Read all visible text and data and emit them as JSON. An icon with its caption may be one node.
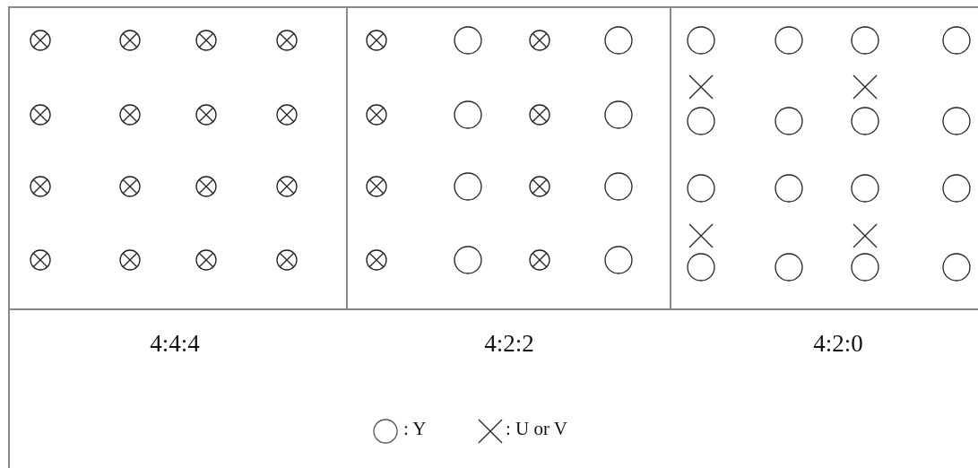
{
  "diagram": {
    "labels": [
      "4:4:4",
      "4:2:2",
      "4:2:0"
    ],
    "legend": [
      {
        "text": ": Y"
      },
      {
        "text": ": U or V"
      }
    ]
  }
}
